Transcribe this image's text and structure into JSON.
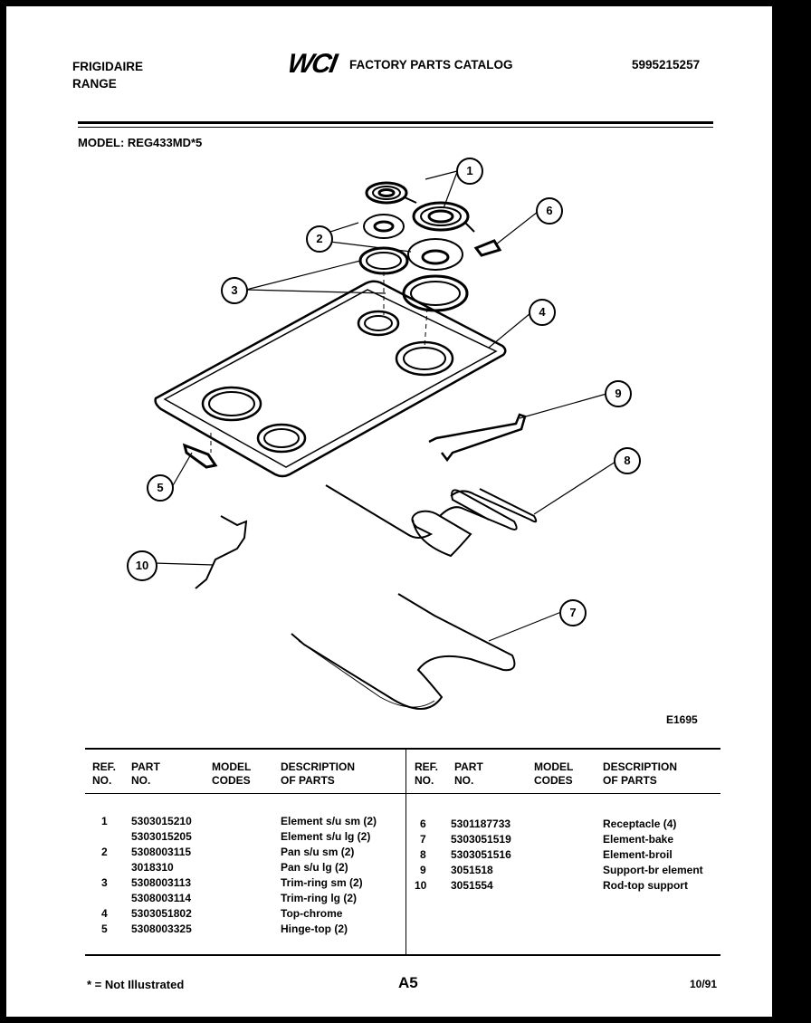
{
  "header": {
    "brand": "FRIGIDAIRE",
    "product": "RANGE",
    "logo": "WCI",
    "catalog_title": "FACTORY PARTS CATALOG",
    "catalog_number": "5995215257",
    "model": "MODEL: REG433MD*5"
  },
  "diagram": {
    "id": "E1695",
    "callouts": [
      "1",
      "2",
      "3",
      "4",
      "5",
      "6",
      "7",
      "8",
      "9",
      "10"
    ]
  },
  "table": {
    "headers": {
      "ref": [
        "REF.",
        "NO."
      ],
      "part": [
        "PART",
        "NO."
      ],
      "model": [
        "MODEL",
        "CODES"
      ],
      "desc": [
        "DESCRIPTION",
        "OF PARTS"
      ]
    },
    "left_rows": [
      {
        "ref": "1",
        "part": "5303015210",
        "desc": "Element s/u sm (2)"
      },
      {
        "ref": "",
        "part": "5303015205",
        "desc": "Element s/u lg (2)"
      },
      {
        "ref": "2",
        "part": "5308003115",
        "desc": "Pan s/u sm (2)"
      },
      {
        "ref": "",
        "part": "3018310",
        "desc": "Pan s/u lg (2)"
      },
      {
        "ref": "3",
        "part": "5308003113",
        "desc": "Trim-ring sm (2)"
      },
      {
        "ref": "",
        "part": "5308003114",
        "desc": "Trim-ring lg (2)"
      },
      {
        "ref": "4",
        "part": "5303051802",
        "desc": "Top-chrome"
      },
      {
        "ref": "5",
        "part": "5308003325",
        "desc": "Hinge-top (2)"
      }
    ],
    "right_rows": [
      {
        "ref": "6",
        "part": "5301187733",
        "desc": "Receptacle (4)"
      },
      {
        "ref": "7",
        "part": "5303051519",
        "desc": "Element-bake"
      },
      {
        "ref": "8",
        "part": "5303051516",
        "desc": "Element-broil"
      },
      {
        "ref": "9",
        "part": "3051518",
        "desc": "Support-br element"
      },
      {
        "ref": "10",
        "part": "3051554",
        "desc": "Rod-top support"
      }
    ]
  },
  "footer": {
    "note": "* = Not Illustrated",
    "page": "A5",
    "date": "10/91"
  }
}
